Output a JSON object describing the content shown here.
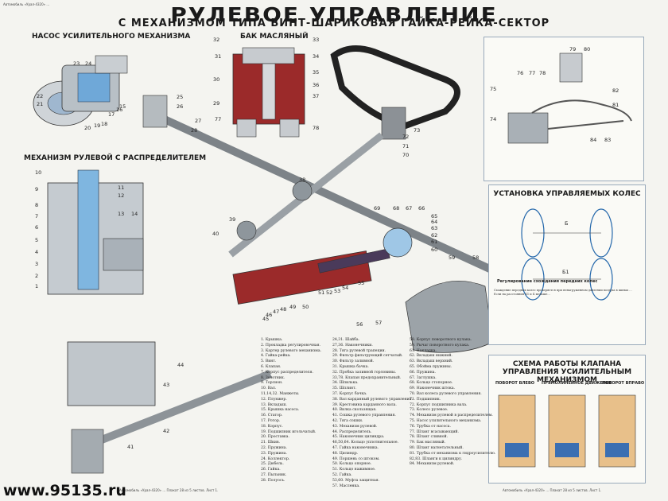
{
  "title": "РУЛЕВОЕ УПРАВЛЕНИЕ",
  "subtitle": "С МЕХАНИЗМОМ ТИПА ВИНТ-ШАРИКОВАЯ ГАЙКА-РЕЙКА-СЕКТОР",
  "header_note": "Автомобиль «Урал-4320» ...",
  "sections": {
    "pump": "НАСОС УСИЛИТЕЛЬНОГО МЕХАНИЗМА",
    "tank": "БАК МАСЛЯНЫЙ",
    "mechanism": "МЕХАНИЗМ РУЛЕВОЙ С РАСПРЕДЕЛИТЕЛЕМ",
    "wheels": "УСТАНОВКА УПРАВЛЯЕМЫХ КОЛЕС",
    "toe": "Регулирование схождения передних колес",
    "valve": "СХЕМА РАБОТЫ КЛАПАНА УПРАВЛЕНИЯ УСИЛИТЕЛЬНЫМ МЕХАНИЗМОМ"
  },
  "valve_modes": [
    "ПОВОРОТ ВЛЕВО",
    "ПРЯМОЛИНЕЙНОЕ ДВИЖЕНИЕ",
    "ПОВОРОТ ВПРАВО"
  ],
  "wheel_labels": [
    "Б",
    "Б1"
  ],
  "legend_col1": [
    "1. Крышка.",
    "2. Прокладка регулировочная.",
    "3. Картер рулевого механизма.",
    "4. Гайка-рейка.",
    "5. Винт.",
    "6. Клапан.",
    "7. Корпус распределителя.",
    "8. Золотник.",
    "9. Торсион.",
    "10. Вал.",
    "11,14,32. Манжеты.",
    "12. Плунжер.",
    "13. Вкладыш.",
    "15. Крышка насоса.",
    "16. Статор.",
    "17. Ротор.",
    "18. Корпус.",
    "19. Подшипник игольчатый.",
    "20. Проставка.",
    "21. Шкив.",
    "22. Пружина.",
    "23. Пружина.",
    "24. Коллектор.",
    "25. Дюбель.",
    "26. Гайка.",
    "27. Пыльник.",
    "28. Полуось."
  ],
  "legend_col2": [
    "24,31. Шайба.",
    "27,36. Наконечники.",
    "28. Тяга рулевой трапеции.",
    "29. Фильтр фильтрующий сетчатый.",
    "30. Фильтр заливной.",
    "31. Крышка бачка.",
    "32. Пробка заливной горловины.",
    "33,78. Клапан предохранительный.",
    "34. Шпилька.",
    "35. Шплинт.",
    "37. Корпус бачка.",
    "38. Вал карданный рулевого управления.",
    "39. Крестовина карданного вала.",
    "40. Вилка скользящая.",
    "41. Сошка рулевого управления.",
    "42. Тяга сошки.",
    "43. Механизм рулевой.",
    "44. Распределитель.",
    "45. Наконечник цилиндра.",
    "46,50,64. Кольцо уплотнительное.",
    "47. Гайка наконечника.",
    "48. Цилиндр.",
    "49. Поршень со штоком.",
    "50. Кольцо опорное.",
    "51. Кольцо нажимное.",
    "52. Гайка.",
    "53,60. Муфта защитная.",
    "57. Масленка."
  ],
  "legend_col3": [
    "58. Корпус поворотного кулака.",
    "59. Рычаг поворотного кулака.",
    "61. Накладка.",
    "62. Вкладыш нижний.",
    "63. Вкладыш верхний.",
    "65. Обойма пружины.",
    "66. Пружина.",
    "67. Заглушка.",
    "68. Кольцо стопорное.",
    "69. Наконечник штока.",
    "70. Вал колеса рулевого управления.",
    "71. Подшипник.",
    "72. Корпус подшипника вала.",
    "73. Колесо рулевое.",
    "74. Механизм рулевой в распределителем.",
    "75. Насос усилительного механизма.",
    "76. Трубка от насоса.",
    "77. Шланг всасывающий.",
    "78. Шланг сливной.",
    "79. Бак масляный.",
    "80. Шланг нагнетательный.",
    "81. Трубка от механизма к гидроусилителю.",
    "82,83. Шланги к цилиндру.",
    "84. Механизм рулевой."
  ],
  "callouts_pump": [
    "23",
    "24",
    "22",
    "21",
    "20",
    "19",
    "18",
    "17",
    "16",
    "15"
  ],
  "callouts_tank": [
    "32",
    "31",
    "30",
    "29",
    "77",
    "33",
    "34",
    "35",
    "36",
    "37",
    "78"
  ],
  "callouts_mech": [
    "10",
    "9",
    "8",
    "7",
    "6",
    "5",
    "4",
    "3",
    "2",
    "1",
    "11",
    "12",
    "13",
    "14"
  ],
  "callouts_main": [
    "25",
    "26",
    "27",
    "28",
    "72",
    "71",
    "70",
    "73",
    "38",
    "39",
    "40",
    "69",
    "68",
    "67",
    "66",
    "65",
    "64",
    "63",
    "62",
    "61",
    "60",
    "59",
    "58",
    "55",
    "54",
    "53",
    "52",
    "51",
    "50",
    "49",
    "48",
    "47",
    "46",
    "45",
    "56",
    "57",
    "44",
    "43",
    "42",
    "41"
  ],
  "callouts_inset": [
    "79",
    "80",
    "76",
    "77",
    "78",
    "75",
    "74",
    "81",
    "82",
    "84",
    "83"
  ],
  "footer_left": "Автомобиль «Урал-4320» ... Плакат 28 из 5 листов. Лист 1.",
  "footer_right": "Автомобиль «Урал-4320» ... Плакат 28 из 5 листов. Лист 1.",
  "watermark": "www.95135.ru",
  "toe_note": "Схождение передних колес проверяется при ненагруженном давлении воздуха в шинах ... Если на расстояния Б1 и Б меньше..."
}
